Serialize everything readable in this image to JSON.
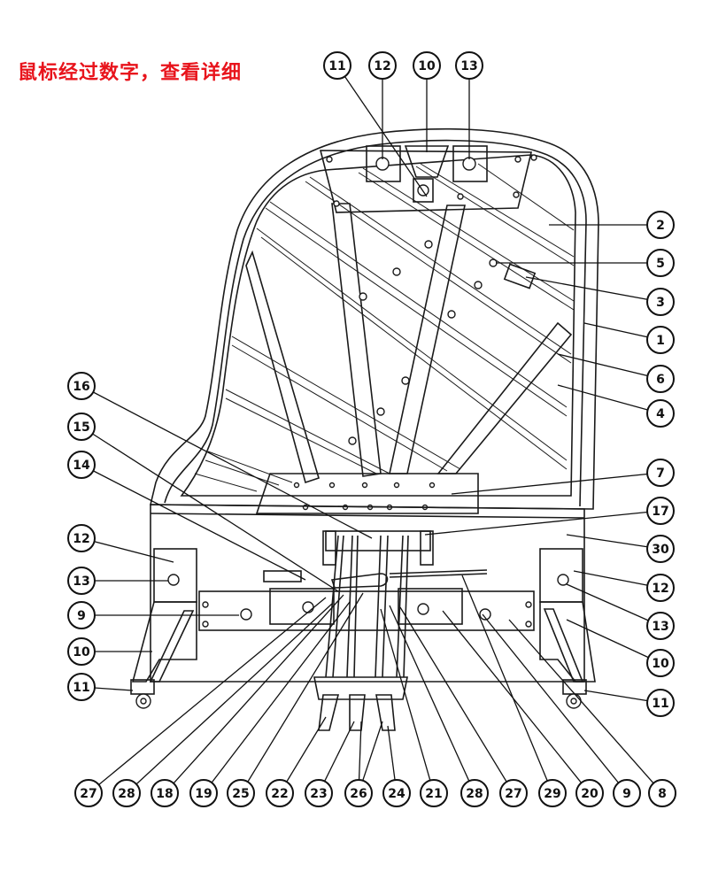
{
  "hint": "鼠标经过数字，查看详细",
  "colors": {
    "hint": "#e8141c",
    "line": "#1a1a1a",
    "background": "#ffffff"
  },
  "callouts": [
    "11",
    "12",
    "10",
    "13",
    "2",
    "5",
    "3",
    "1",
    "6",
    "4",
    "16",
    "15",
    "14",
    "7",
    "17",
    "30",
    "12",
    "13",
    "9",
    "10",
    "11",
    "12",
    "13",
    "10",
    "11",
    "27",
    "28",
    "18",
    "19",
    "25",
    "22",
    "23",
    "26",
    "24",
    "21",
    "28",
    "27",
    "29",
    "20",
    "9",
    "8"
  ]
}
